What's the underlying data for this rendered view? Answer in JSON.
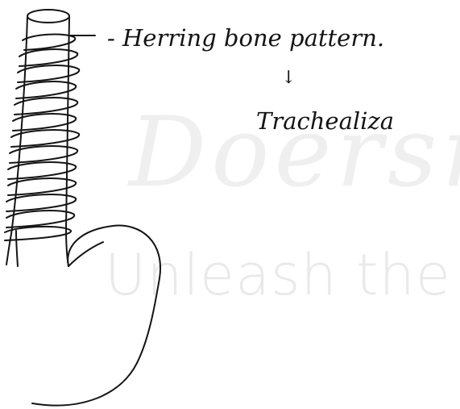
{
  "diagram": {
    "labels": {
      "main": "- Herring bone pattern.",
      "arrow": "↓",
      "sub": "Trachealiza"
    },
    "watermark": {
      "brand": "Doersn",
      "tagline": "Unleash the"
    },
    "colors": {
      "ink": "#141414",
      "watermark": "#e9e9e9",
      "background": "#ffffff"
    }
  }
}
